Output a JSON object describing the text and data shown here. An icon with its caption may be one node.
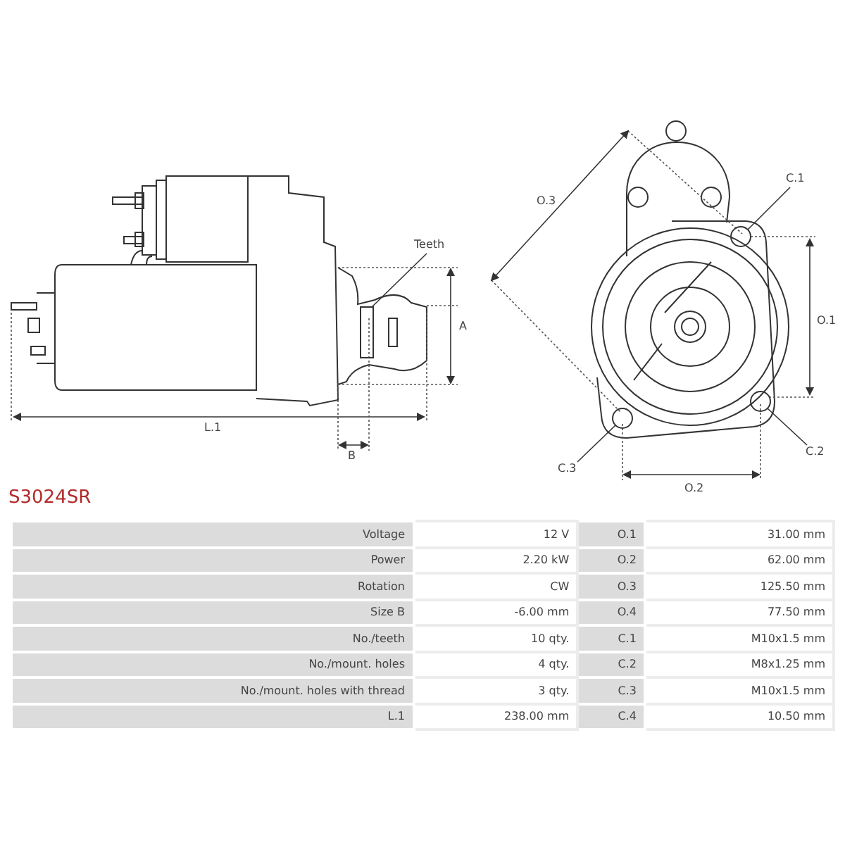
{
  "diagram": {
    "title": "S3024SR",
    "nodes": [
      {
        "text": [
          "Teeth"
        ]
      },
      {
        "text": [],
        "shape": "box"
      },
      {
        "text": [
          "C.1"
        ]
      },
      {
        "text": [],
        "shape": "circle"
      },
      {
        "text": [
          "C.2"
        ]
      },
      {
        "text": [],
        "shape": "circle"
      },
      {
        "text": [
          "C.3"
        ]
      },
      {
        "text": [],
        "shape": "circle"
      }
    ],
    "edges": [
      {
        "from": 0,
        "to": 1,
        "arrow": "none"
      },
      {
        "from": 2,
        "to": 3,
        "arrow": "none"
      },
      {
        "from": 4,
        "to": 5,
        "arrow": "none"
      },
      {
        "from": 6,
        "to": 7,
        "arrow": "none"
      }
    ],
    "labels": [
      "L.1",
      "B",
      "A",
      "O.3",
      "O.1",
      "O.2",
      "Voltage",
      "12 V",
      "O.1",
      "31.00 mm",
      "Power",
      "2.20 kW",
      "O.2",
      "62.00 mm",
      "Rotation",
      "CW",
      "O.3",
      "125.50 mm",
      "Size B",
      "-6.00 mm",
      "O.4",
      "77.50 mm",
      "No./teeth",
      "10 qty.",
      "C.1",
      "M10x1.5 mm",
      "No./mount. holes",
      "4 qty.",
      "C.2",
      "M8x1.25 mm",
      "No./mount. holes with thread",
      "3 qty.",
      "C.3",
      "M10x1.5 mm",
      "L.1",
      "238.00 mm",
      "C.4",
      "10.50 mm"
    ]
  }
}
